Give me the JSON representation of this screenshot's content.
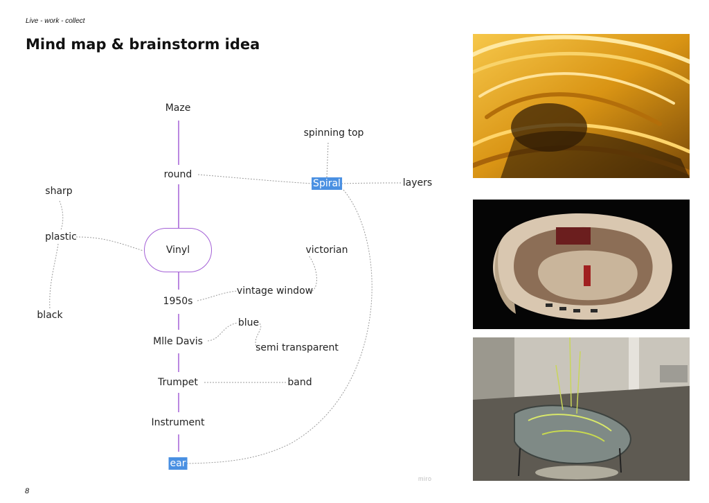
{
  "header": {
    "subtitle": "Live - work - collect",
    "title": "Mind map & brainstorm idea"
  },
  "mindmap": {
    "root": "Vinyl",
    "nodes": {
      "maze": "Maze",
      "round": "round",
      "spinning_top": "spinning top",
      "spiral": "Spiral",
      "layers": "layers",
      "sharp": "sharp",
      "plastic": "plastic",
      "black": "black",
      "victorian": "victorian",
      "vintage_window": "vintage window",
      "year_1950s": "1950s",
      "blue": "blue",
      "mlle_davis": "Mlle Davis",
      "semi_transparent": "semi transparent",
      "trumpet": "Trumpet",
      "band": "band",
      "instrument": "Instrument",
      "ear": "ear"
    },
    "highlight_color": "#4a90e2",
    "branch_color": "#a35fd6"
  },
  "watermark": "miro",
  "page_number": "8"
}
